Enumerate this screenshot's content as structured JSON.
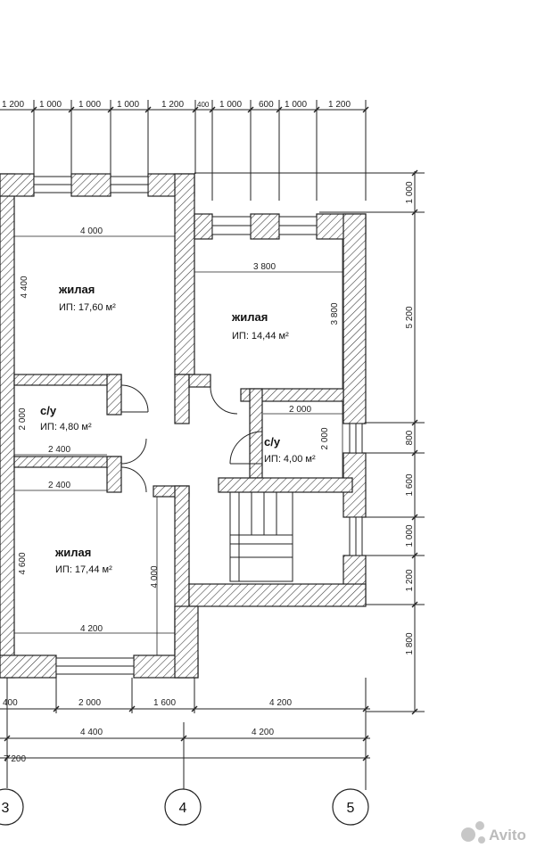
{
  "dims_top": [
    "1 200",
    "1 000",
    "1 000",
    "1 000",
    "1 200",
    "400",
    "1 000",
    "600",
    "1 000",
    "1 200"
  ],
  "dims_right": [
    "1 000",
    "5 200",
    "800",
    "1 600",
    "1 000",
    "1 200",
    "1 800"
  ],
  "dims_bottom_1": [
    "400",
    "2 000",
    "1 600",
    "4 200"
  ],
  "dims_bottom_2": [
    "4 400",
    "4 200"
  ],
  "dims_bottom_total": "7 200",
  "axes": [
    "3",
    "4",
    "5"
  ],
  "rooms": [
    {
      "name": "жилая",
      "area": "ИП: 17,60 м²"
    },
    {
      "name": "жилая",
      "area": "ИП: 14,44 м²"
    },
    {
      "name": "с/у",
      "area": "ИП: 4,80 м²"
    },
    {
      "name": "с/у",
      "area": "ИП: 4,00 м²"
    },
    {
      "name": "жилая",
      "area": "ИП: 17,44 м²"
    }
  ],
  "interior_dims": {
    "room1_w": "4 000",
    "room1_h": "4 400",
    "room2_w": "3 800",
    "room2_h": "3 800",
    "bath1_w": "2 400",
    "bath1_h": "2 000",
    "bath2_w": "2 000",
    "bath2_h": "2 000",
    "room3_w_top": "2 400",
    "room3_w": "4 200",
    "room3_h": "4 600",
    "room3_h2": "4 000"
  },
  "watermark": "Avito"
}
